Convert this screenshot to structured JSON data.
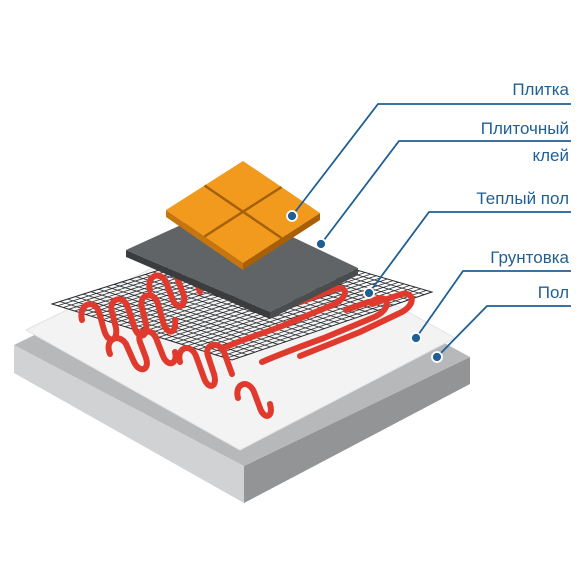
{
  "labels": {
    "tile": "Плитка",
    "adhesive_line1": "Плиточный",
    "adhesive_line2": "клей",
    "heated_floor": "Теплый пол",
    "primer": "Грунтовка",
    "floor": "Пол"
  },
  "colors": {
    "accent_line": "#1e5f96",
    "tile": "#f29a1e",
    "tile_joint": "#a4610a",
    "adhesive": "#606468",
    "cable": "#e03a2e",
    "mesh": "#2b2d30",
    "primer": "#f2f2f2",
    "floor_top": "#b4b6b8",
    "floor_side_light": "#d0d2d4",
    "floor_side_dark": "#909294"
  }
}
